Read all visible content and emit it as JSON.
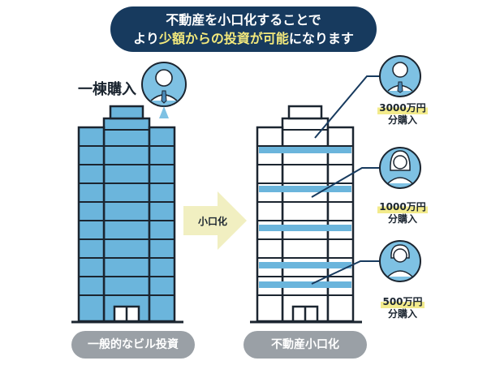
{
  "banner": {
    "line1": "不動産を小口化することで",
    "line2_pre": "より",
    "line2_hl": "少額からの投資が可能",
    "line2_post": "になります"
  },
  "whole_building_label": "一棟購入",
  "arrow_label": "小口化",
  "captions": {
    "left": "一般的なビル投資",
    "right": "不動産小口化"
  },
  "investors": [
    {
      "amount": "3000万円",
      "suffix": "分購入",
      "person": "man-icon"
    },
    {
      "amount": "1000万円",
      "suffix": "分購入",
      "person": "woman-icon"
    },
    {
      "amount": "500万円",
      "suffix": "分購入",
      "person": "elderly-woman-icon"
    }
  ],
  "colors": {
    "navy": "#173a5e",
    "highlight": "#f3e97c",
    "building_blue": "#6bb5dc",
    "arrow": "#f1efc1",
    "caption_gray": "#9aa0a6"
  }
}
